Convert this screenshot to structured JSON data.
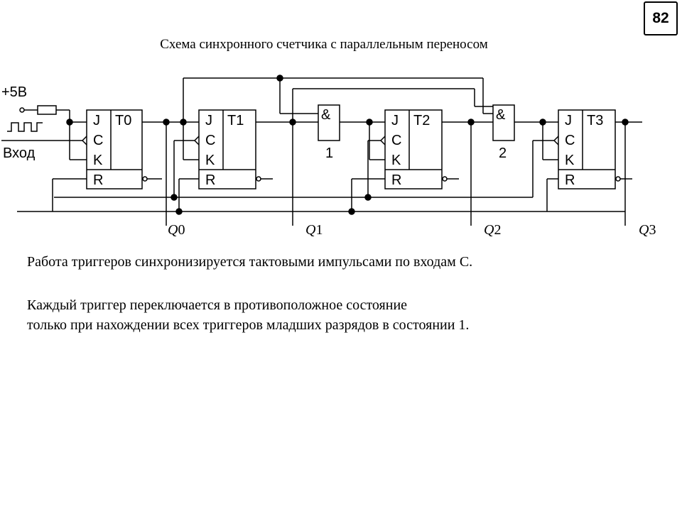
{
  "slide": {
    "page_number": "82",
    "title": "Схема синхронного счетчика с параллельным переносом"
  },
  "diagram": {
    "supply_label": "+5В",
    "input_label": "Вход",
    "flipflops": [
      {
        "name": "T0",
        "pins": [
          "J",
          "C",
          "K",
          "R"
        ]
      },
      {
        "name": "T1",
        "pins": [
          "J",
          "C",
          "K",
          "R"
        ]
      },
      {
        "name": "T2",
        "pins": [
          "J",
          "C",
          "K",
          "R"
        ]
      },
      {
        "name": "T3",
        "pins": [
          "J",
          "C",
          "K",
          "R"
        ]
      }
    ],
    "gates": [
      {
        "symbol": "&",
        "number": "1"
      },
      {
        "symbol": "&",
        "number": "2"
      }
    ],
    "outputs": [
      {
        "letter": "Q",
        "index": "0"
      },
      {
        "letter": "Q",
        "index": "1"
      },
      {
        "letter": "Q",
        "index": "2"
      },
      {
        "letter": "Q",
        "index": "3"
      }
    ]
  },
  "text": {
    "paragraph1": "Работа триггеров синхронизируется тактовыми импульсами по входам С.",
    "paragraph2_line1": "Каждый триггер переключается в противоположное состояние",
    "paragraph2_line2": "только при нахождении всех триггеров младших разрядов в состоянии 1."
  }
}
